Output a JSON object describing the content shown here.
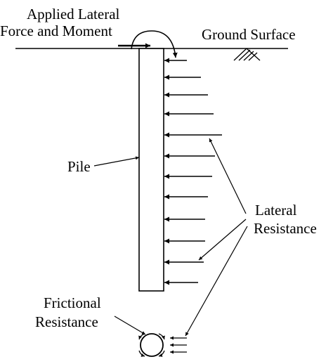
{
  "labels": {
    "applied_line1": "Applied Lateral",
    "applied_line2": "Force and Moment",
    "ground_surface": "Ground Surface",
    "pile": "Pile",
    "lateral_line1": "Lateral",
    "lateral_line2": "Resistance",
    "frictional_line1": "Frictional",
    "frictional_line2": "Resistance"
  },
  "colors": {
    "ink": "#000000",
    "background": "#ffffff"
  }
}
